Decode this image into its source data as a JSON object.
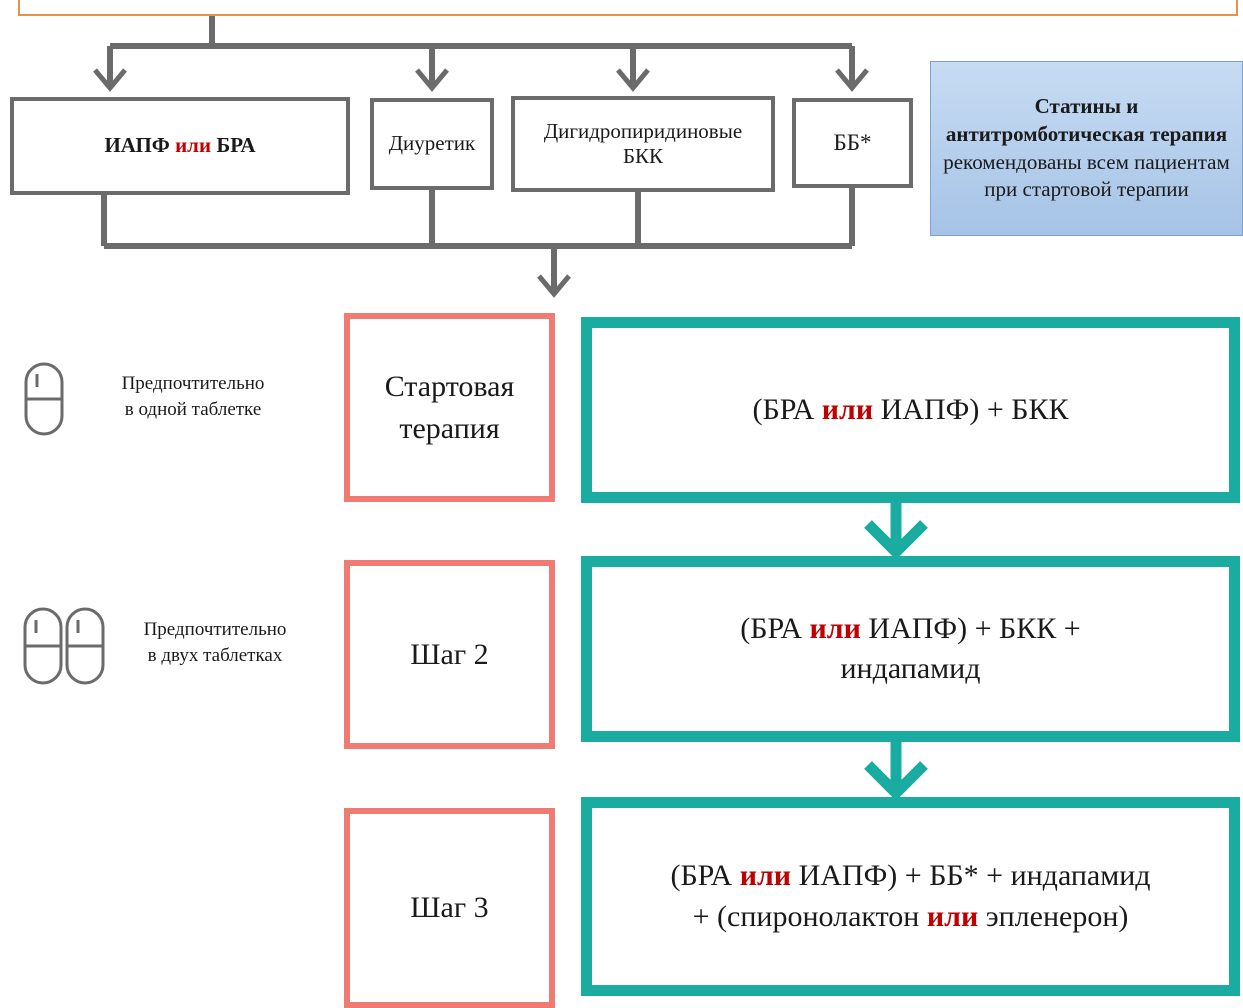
{
  "drugs": {
    "iapf_bra": {
      "a": "ИАПФ",
      "or": " или ",
      "b": "БРА"
    },
    "diuretic": "Диуретик",
    "dhp_line1": "Дигидропиридиновые",
    "dhp_line2": "БКК",
    "bb": "ББ*"
  },
  "note": {
    "bold1": "Статины и антитромботическая терапия",
    "rest": " рекомендованы всем пациентам при стартовой терапии"
  },
  "pill_notes": {
    "one": {
      "line1": "Предпочтительно",
      "line2": "в одной таблетке"
    },
    "two": {
      "line1": "Предпочтительно",
      "line2": "в двух таблетках"
    }
  },
  "steps": [
    {
      "label_line1": "Стартовая",
      "label_line2": "терапия"
    },
    {
      "label_line1": "Шаг 2"
    },
    {
      "label_line1": "Шаг 3"
    }
  ],
  "regimens": {
    "r1": {
      "p1": "(БРА ",
      "or1": "или",
      "p2": " ИАПФ) + БКК"
    },
    "r2": {
      "p1": "(БРА ",
      "or1": "или",
      "p2": " ИАПФ) + БКК +",
      "line2": "индапамид"
    },
    "r3": {
      "p1": "(БРА ",
      "or1": "или",
      "p2": " ИАПФ) + ББ* + индапамид",
      "line2a": "+ (спиронолактон ",
      "or2": "или",
      "line2b": " эпленерон)"
    }
  },
  "colors": {
    "connector_gray": "#6b6b6b",
    "step_border": "#f07b72",
    "regimen_border": "#1aaca0",
    "emphasis_red": "#c00000",
    "note_bg": "#b7cfee",
    "top_frame": "#e8914a"
  },
  "icons": [
    "pill-capsule-icon"
  ]
}
